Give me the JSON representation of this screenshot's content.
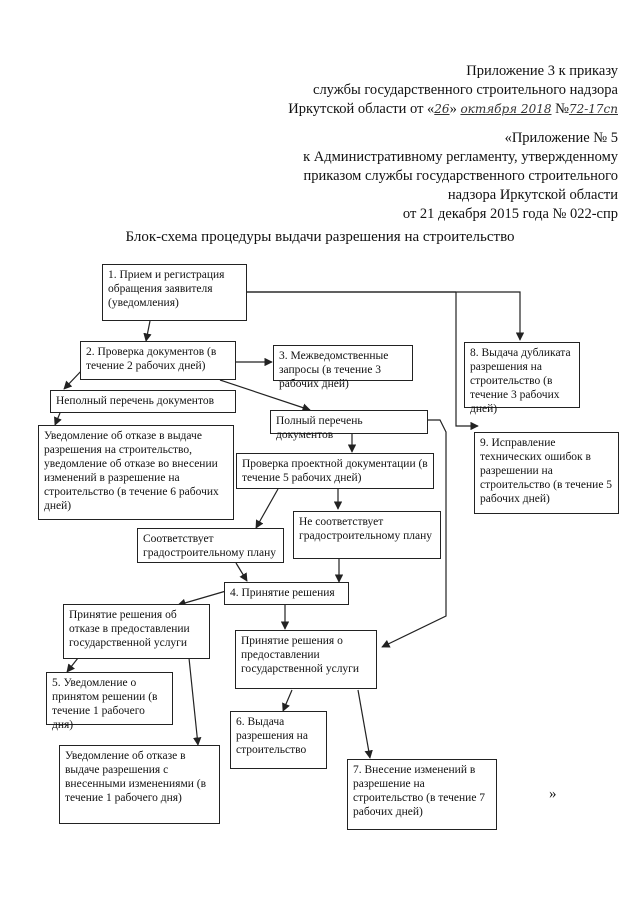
{
  "header": {
    "appendix_line1": "Приложение 3 к приказу",
    "appendix_line2": "службы государственного строительного надзора",
    "appendix_line3_prefix": "Иркутской области от «",
    "appendix_day": "26",
    "appendix_mid": "»",
    "appendix_month_year": "октября 2018",
    "appendix_no_label": "№",
    "appendix_no": "72-17сп",
    "regl_line1": "«Приложение № 5",
    "regl_line2": "к Административному регламенту, утвержденному",
    "regl_line3": "приказом службы государственного строительного",
    "regl_line4": "надзора Иркутской области",
    "regl_line5": "от 21 декабря 2015 года № 022-спр"
  },
  "title": "Блок-схема процедуры выдачи разрешения на строительство",
  "boxes": {
    "b1": "1.  Прием и регистрация обращения заявителя (уведомления)",
    "b2": "2. Проверка документов (в течение 2 рабочих дней)",
    "b3": "3. Межведомственные запросы (в течение 3 рабочих дней)",
    "b8": "8. Выдача дубликата разрешения на строительство (в течение 3 рабочих дней)",
    "b_incomplete": "Неполный перечень документов",
    "b_full": "Полный перечень документов",
    "b_notice_refusal": "Уведомление об отказе в выдаче разрешения на строительство, уведомление об отказе во внесении изменений в разрешение на строительство (в течение 6 рабочих дней)",
    "b9": "9. Исправление технических ошибок в разрешении на строительство (в течение 5 рабочих дней)",
    "b_project_check": "Проверка проектной документации (в течение 5 рабочих дней)",
    "b_matches": "Соответствует градостроительному плану",
    "b_not_matches": "Не соответствует градостроительному плану",
    "b4": "4. Принятие решения",
    "b_decision_refusal": "Принятие решения об отказе в предоставлении государственной услуги",
    "b_decision_grant": "Принятие решения о предоставлении государственной услуги",
    "b5": "5. Уведомление о принятом решении (в течение 1 рабочего дня)",
    "b6": "6. Выдача разрешения на строительство",
    "b_notice_changes": "Уведомление об отказе в выдаче разрешения с внесенными изменениями (в течение 1 рабочего дня)",
    "b7": "7. Внесение изменений в разрешение на строительство (в течение 7 рабочих дней)"
  },
  "closing_quote": "»",
  "colors": {
    "ink": "#111111",
    "line": "#222222",
    "background": "#ffffff"
  }
}
